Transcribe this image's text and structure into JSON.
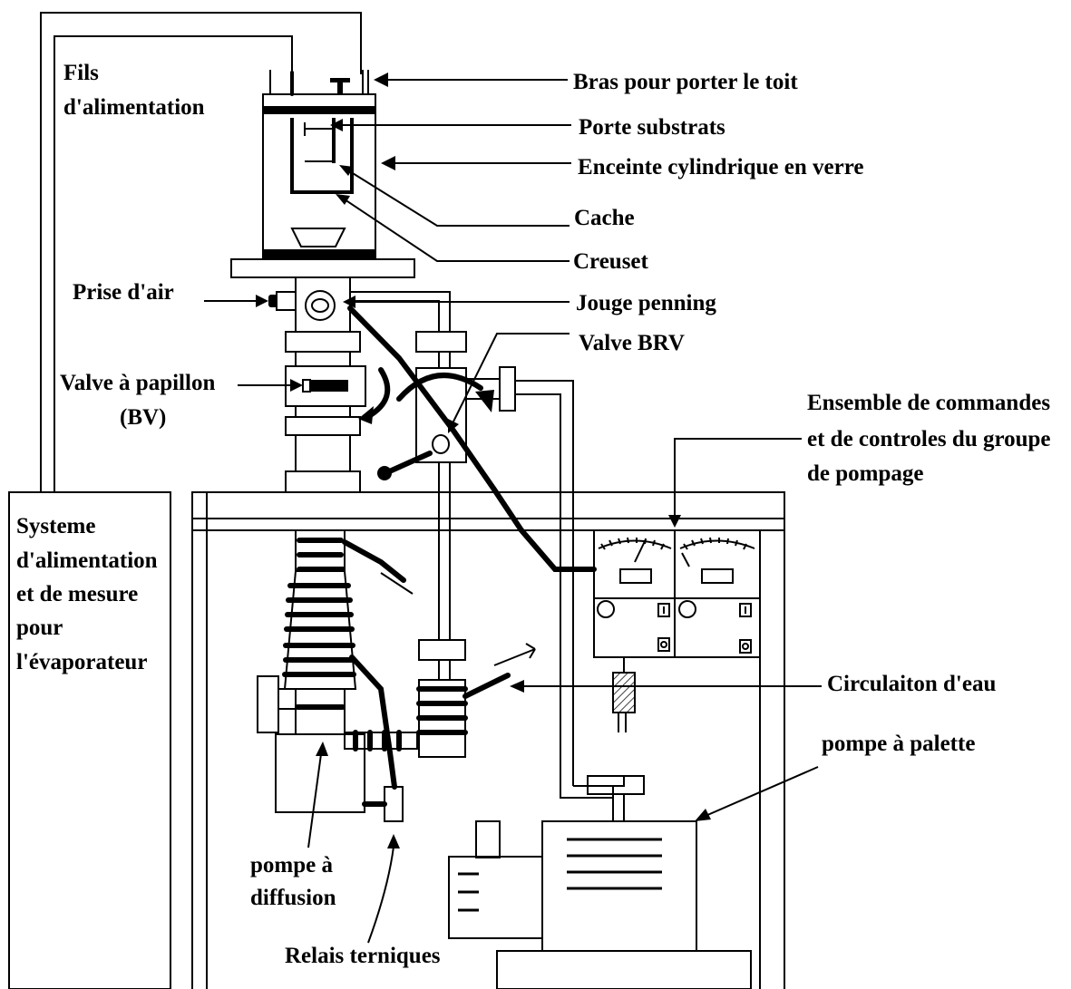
{
  "labels": {
    "fils_1": "Fils",
    "fils_2": "d'alimentation",
    "bras": "Bras pour porter le toit",
    "porte": "Porte substrats",
    "enceinte": "Enceinte cylindrique en verre",
    "cache": "Cache",
    "creuset": "Creuset",
    "prise": "Prise d'air",
    "jouge": "Jouge penning",
    "valve_brv": "Valve BRV",
    "valve_pap_1": "Valve à papillon",
    "valve_pap_2": "(BV)",
    "ensemble_1": "Ensemble de commandes",
    "ensemble_2": "et de controles du groupe",
    "ensemble_3": "de pompage",
    "systeme_1": "Systeme",
    "systeme_2": "d'alimentation",
    "systeme_3": "et de mesure",
    "systeme_4": "pour",
    "systeme_5": "l'évaporateur",
    "circulation": "Circulaiton d'eau",
    "pompe_palette": "pompe à palette",
    "pompe_diff_1": "pompe à",
    "pompe_diff_2": "diffusion",
    "relais": "Relais terniques"
  }
}
